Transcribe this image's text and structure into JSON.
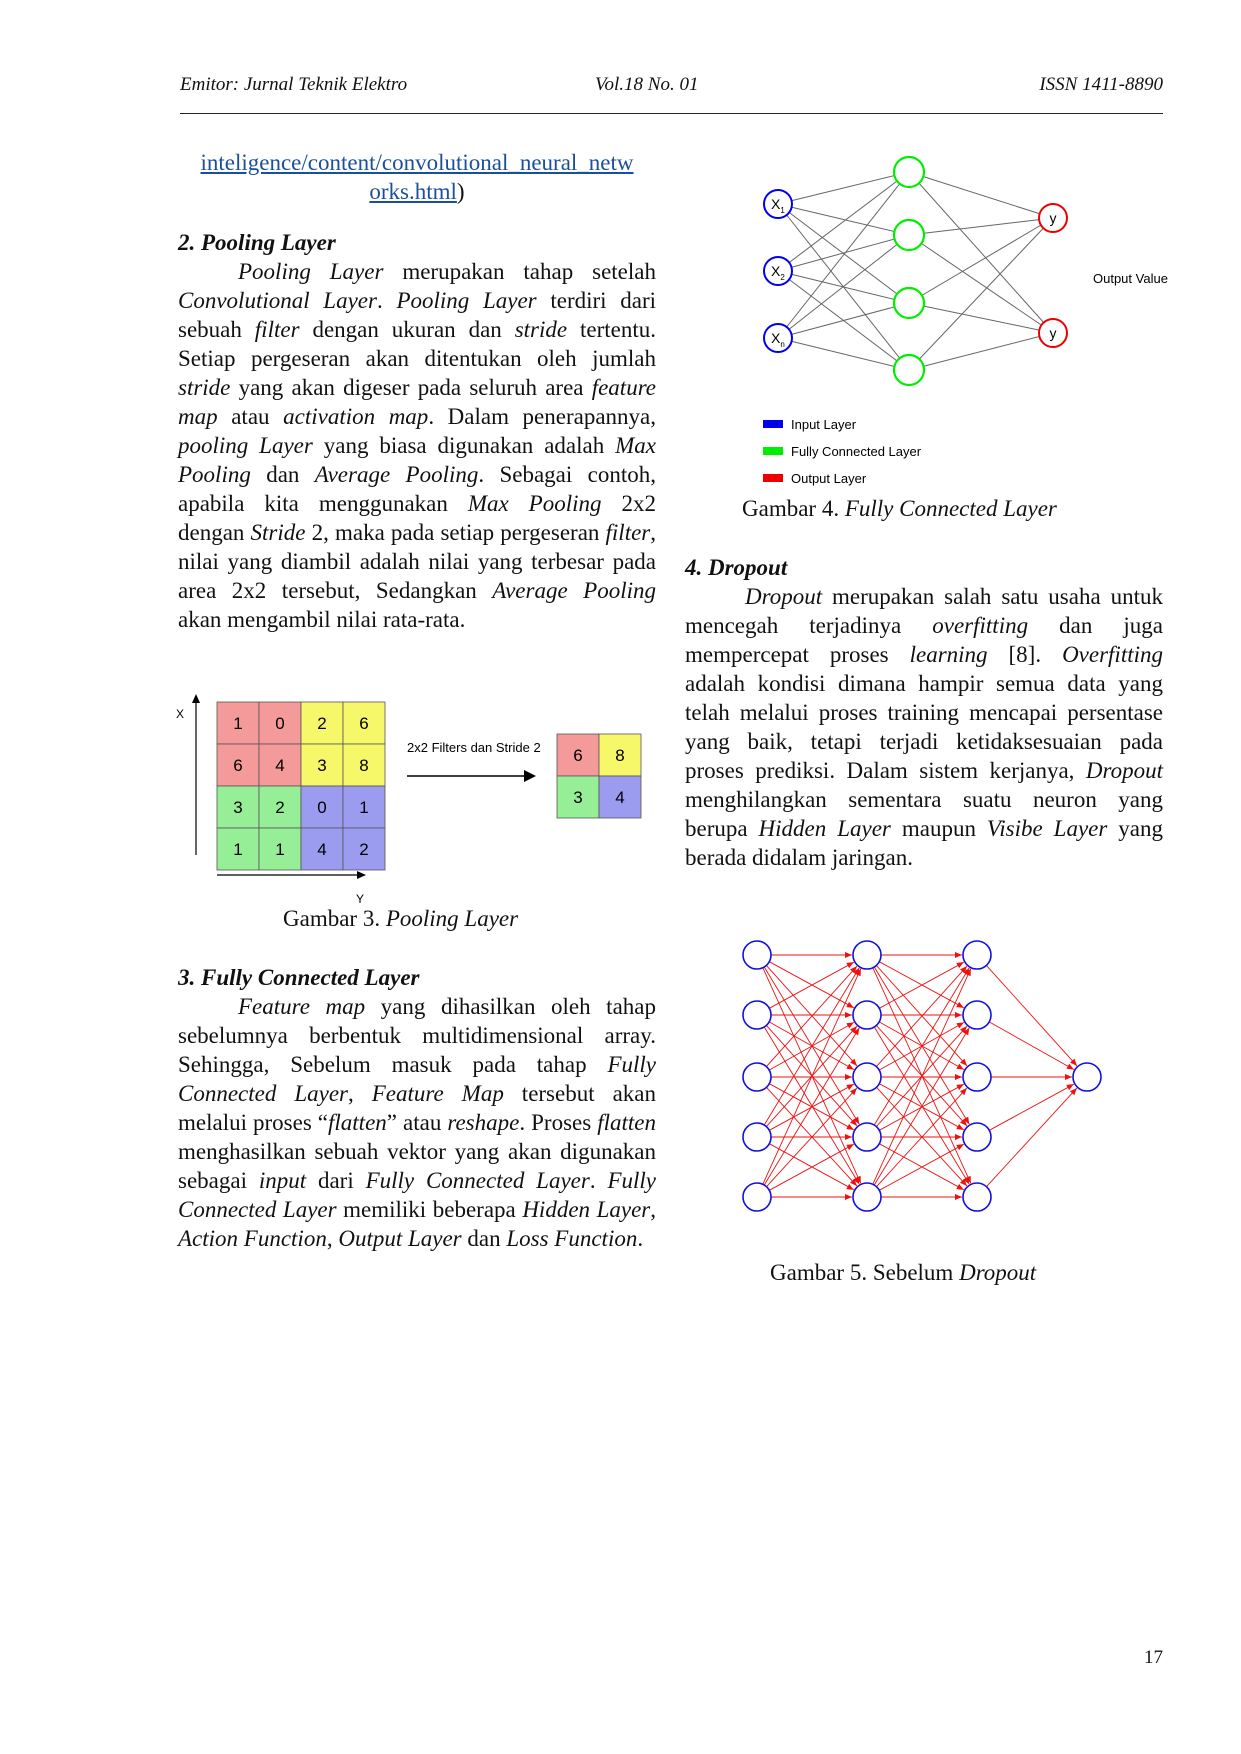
{
  "header": {
    "journal": "Emitor: Jurnal Teknik Elektro",
    "volume": "Vol.18 No. 01",
    "issn": "ISSN 1411-8890"
  },
  "left": {
    "link_line1": "inteligence/content/convolutional_neural_netw",
    "link_line2": "orks.html",
    "link_close": ")",
    "pooling": {
      "heading": "2.  Pooling Layer",
      "t1": "Pooling Layer",
      "t2": " merupakan tahap setelah ",
      "t3": "Convolutional Layer",
      "t4": ". ",
      "t5": "Pooling Layer",
      "t6": " terdiri dari sebuah ",
      "t7": "filter",
      "t8": " dengan ukuran dan ",
      "t9": "stride",
      "t10": " tertentu. Setiap pergeseran akan ditentukan oleh jumlah ",
      "t11": "stride",
      "t12": " yang akan digeser pada seluruh area ",
      "t13": "feature map",
      "t14": " atau ",
      "t15": "activation map",
      "t16": ". Dalam penerapannya, ",
      "t17": "pooling Layer",
      "t18": " yang biasa digunakan adalah ",
      "t19": "Max Pooling",
      "t20": " dan ",
      "t21": "Average Pooling",
      "t22": ". Sebagai contoh, apabila kita menggunakan ",
      "t23": "Max Pooling",
      "t24": " 2x2 dengan ",
      "t25": "Stride",
      "t26": " 2, maka pada setiap pergeseran ",
      "t27": "filter",
      "t28": ", nilai yang diambil adalah nilai yang terbesar pada area 2x2 tersebut, Sedangkan ",
      "t29": "Average Pooling",
      "t30": " akan mengambil nilai rata-rata."
    },
    "fig3": {
      "axis_x": "X",
      "axis_y": "Y",
      "grid": [
        [
          "1",
          "0",
          "2",
          "6"
        ],
        [
          "6",
          "4",
          "3",
          "8"
        ],
        [
          "3",
          "2",
          "0",
          "1"
        ],
        [
          "1",
          "1",
          "4",
          "2"
        ]
      ],
      "arrow_label": "2x2 Filters dan Stride 2",
      "result": [
        [
          "6",
          "8"
        ],
        [
          "3",
          "4"
        ]
      ],
      "caption_a": "Gambar 3.  ",
      "caption_b": "Pooling Layer",
      "colors": {
        "red": "#f59a9a",
        "yellow": "#f7f76a",
        "green": "#96ee96",
        "blue": "#9b9bf0"
      }
    },
    "fc": {
      "heading": "3.  Fully Connected Layer",
      "t1": "Feature map",
      "t2": " yang dihasilkan oleh tahap sebelumnya berbentuk multidimensional array. Sehingga, Sebelum masuk pada tahap ",
      "t3": "Fully Connected Layer",
      "t4": ", ",
      "t5": "Feature Map",
      "t6": " tersebut akan melalui proses “",
      "t7": "flatten",
      "t8": "” atau ",
      "t9": "reshape",
      "t10": ". Proses ",
      "t11": "flatten",
      "t12": " menghasilkan sebuah vektor yang akan digunakan sebagai ",
      "t13": "input",
      "t14": " dari ",
      "t15": "Fully Connected Layer",
      "t16": ". ",
      "t17": "Fully Connected Layer",
      "t18": " memiliki beberapa ",
      "t19": "Hidden Layer",
      "t20": ", ",
      "t21": "Action Function",
      "t22": ", ",
      "t23": "Output Layer",
      "t24": " dan ",
      "t25": "Loss Function",
      "t26": "."
    }
  },
  "right": {
    "fig4": {
      "inputs": [
        "X1",
        "X2",
        "Xn"
      ],
      "input_main": "X",
      "input_subs": [
        "1",
        "2",
        "n"
      ],
      "outputs": [
        "y",
        "y"
      ],
      "output_value": "Output Value",
      "legend": [
        "Input Layer",
        "Fully Connected Layer",
        "Output Layer"
      ],
      "legend_colors": [
        "#0000ee",
        "#00ee00",
        "#ee0000"
      ],
      "caption_a": "Gambar 4.  ",
      "caption_b": "Fully Connected Layer"
    },
    "dropout": {
      "heading": "4.  Dropout",
      "t1": "Dropout",
      "t2": " merupakan salah satu usaha untuk mencegah terjadinya ",
      "t3": "overfitting",
      "t4": " dan juga mempercepat proses ",
      "t5": "learning",
      "t6": " [8]. ",
      "t7": "Overfitting",
      "t8": " adalah kondisi dimana hampir semua data yang telah melalui proses training mencapai persentase yang baik, tetapi terjadi ketidaksesuaian pada proses prediksi. Dalam sistem kerjanya, ",
      "t9": "Dropout",
      "t10": " menghilangkan sementara suatu neuron yang berupa ",
      "t11": "Hidden Layer",
      "t12": " maupun ",
      "t13": "Visibe Layer",
      "t14": " yang berada didalam jaringan."
    },
    "fig5": {
      "caption_a": "Gambar 5. Sebelum ",
      "caption_b": "Dropout",
      "node_color": "#1010e0",
      "edge_color": "#ee1111"
    }
  },
  "page_number": "17"
}
